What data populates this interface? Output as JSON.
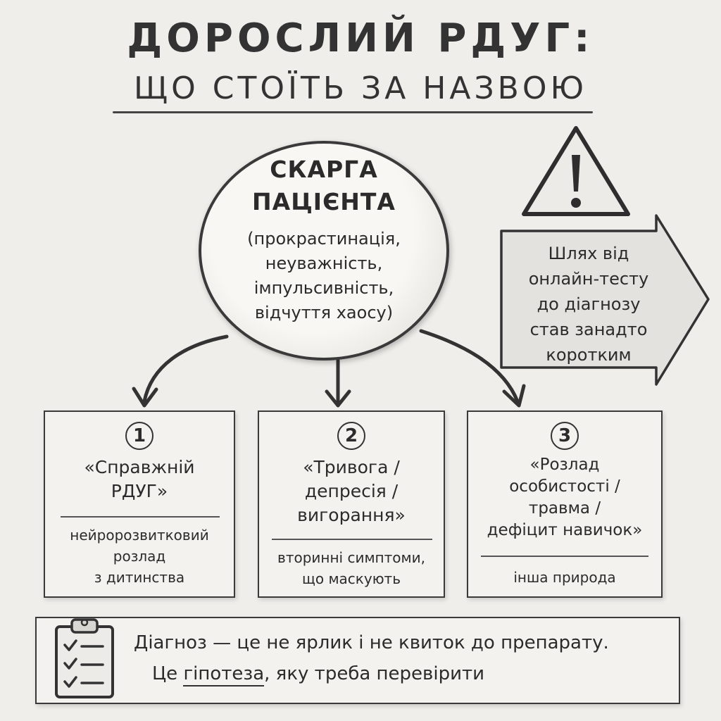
{
  "title": {
    "line1": "ДОРОСЛИЙ РДУГ:",
    "line2": "ЩО СТОЇТЬ ЗА НАЗВОЮ"
  },
  "center": {
    "title_line1": "СКАРГА",
    "title_line2": "ПАЦІЄНТА",
    "detail_lines": [
      "(прокрастинація,",
      "неуважність,",
      "імпульсивність,",
      "відчуття хаосу)"
    ]
  },
  "callout": {
    "icon": "warning-triangle-icon",
    "lines": [
      "Шлях від",
      "онлайн-тесту",
      "до діагнозу",
      "став занадто",
      "коротким"
    ]
  },
  "cards": [
    {
      "number": "1",
      "title_lines": [
        "«Справжній",
        "РДУГ»"
      ],
      "sub_lines": [
        "нейророзвитковий",
        "розлад",
        "з дитинства"
      ]
    },
    {
      "number": "2",
      "title_lines": [
        "«Тривога /",
        "депресія /",
        "вигорання»"
      ],
      "sub_lines": [
        "вторинні симптоми,",
        "що маскують"
      ]
    },
    {
      "number": "3",
      "title_lines": [
        "«Розлад",
        "особистості /",
        "травма /",
        "дефіцит навичок»"
      ],
      "sub_lines": [
        "інша природа"
      ]
    }
  ],
  "footer": {
    "icon": "clipboard-checklist-icon",
    "line1": "Діагноз — це не ярлик і не квиток до препарату.",
    "line2_prefix": "Це",
    "line2_emphasis": "гіпотеза",
    "line2_suffix": ", яку треба перевірити"
  }
}
